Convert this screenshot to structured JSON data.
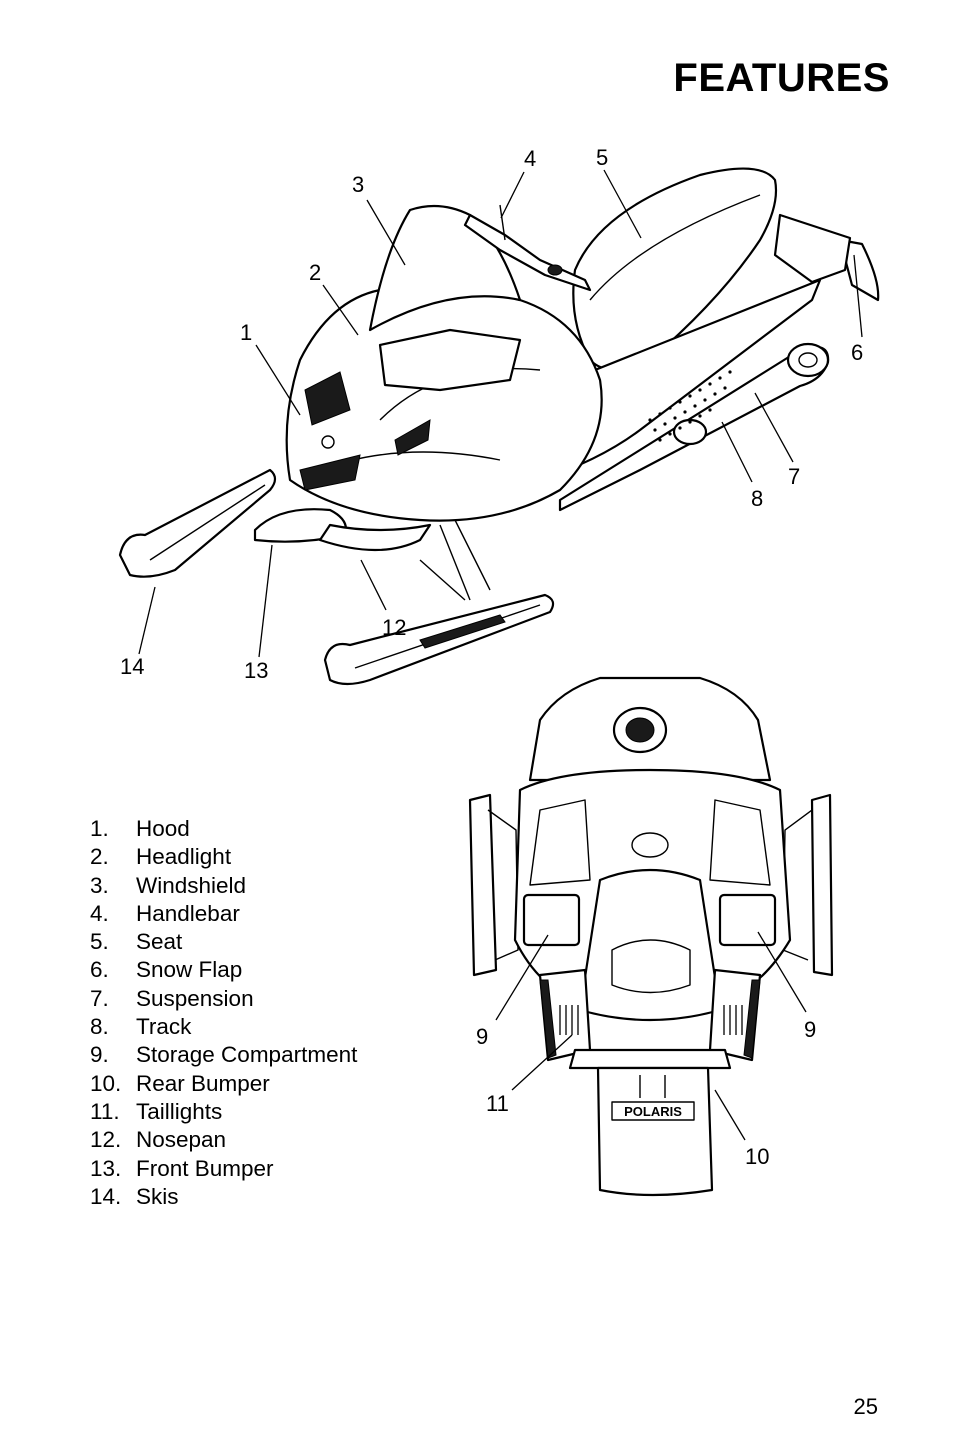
{
  "header": {
    "title": "FEATURES"
  },
  "diagram": {
    "callouts": [
      "1",
      "2",
      "3",
      "4",
      "5",
      "6",
      "7",
      "8",
      "12",
      "13",
      "14",
      "9",
      "9",
      "11",
      "10"
    ],
    "rear_brand": "POLARIS"
  },
  "legend": [
    {
      "num": "1.",
      "label": "Hood"
    },
    {
      "num": "2.",
      "label": "Headlight"
    },
    {
      "num": "3.",
      "label": "Windshield"
    },
    {
      "num": "4.",
      "label": "Handlebar"
    },
    {
      "num": "5.",
      "label": "Seat"
    },
    {
      "num": "6.",
      "label": "Snow Flap"
    },
    {
      "num": "7.",
      "label": "Suspension"
    },
    {
      "num": "8.",
      "label": "Track"
    },
    {
      "num": "9.",
      "label": "Storage Compartment"
    },
    {
      "num": "10.",
      "label": "Rear Bumper"
    },
    {
      "num": "11.",
      "label": "Taillights"
    },
    {
      "num": "12.",
      "label": "Nosepan"
    },
    {
      "num": "13.",
      "label": "Front Bumper"
    },
    {
      "num": "14.",
      "label": "Skis"
    }
  ],
  "footer": {
    "page_number": "25"
  }
}
